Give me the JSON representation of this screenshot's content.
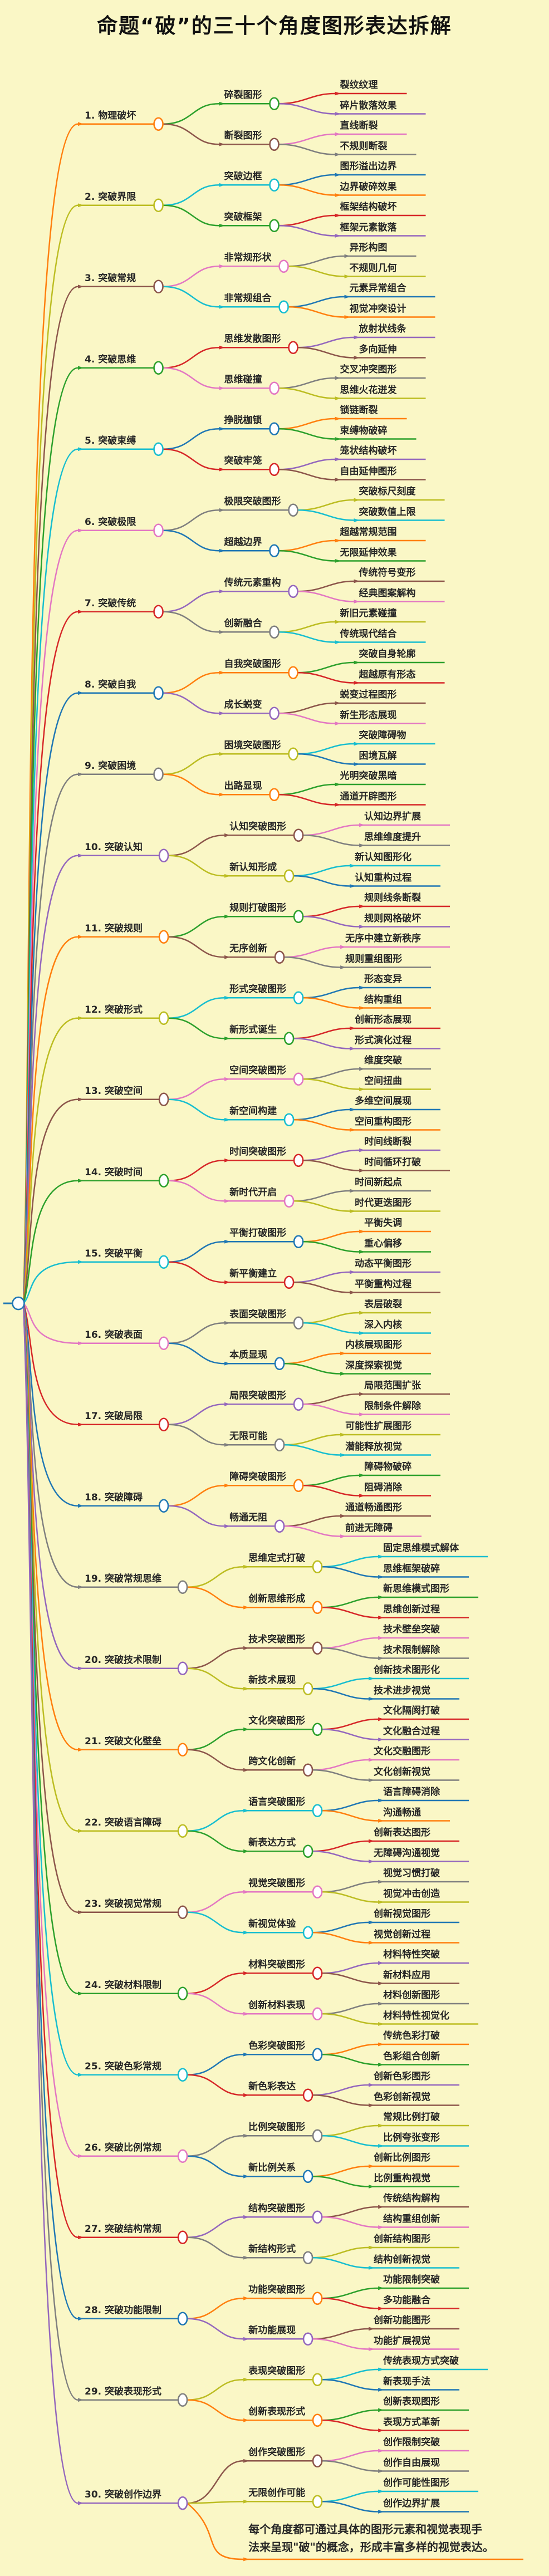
{
  "title": "命题“破”的三十个角度图形表达拆解",
  "note": {
    "line1": "每个角度都可通过具体的图形元素和视觉表现手",
    "line2": "法来呈现\"破\"的概念，形成丰富多样的视觉表达。"
  },
  "palette": {
    "tab10": [
      "#1f77b4",
      "#ff7f0e",
      "#2ca02c",
      "#d62728",
      "#9467bd",
      "#8c564b",
      "#e377c2",
      "#7f7f7f",
      "#bcbd22",
      "#17becf"
    ],
    "background": "#FAF7C6",
    "text": "#262626",
    "title_text": "#111111",
    "node_fill": "#ffffff"
  },
  "branches": [
    {
      "label": "1. 物理破坏",
      "children": [
        {
          "label": "碎裂图形",
          "leaves": [
            "裂纹纹理",
            "碎片散落效果"
          ]
        },
        {
          "label": "断裂图形",
          "leaves": [
            "直线断裂",
            "不规则断裂"
          ]
        }
      ]
    },
    {
      "label": "2. 突破界限",
      "children": [
        {
          "label": "突破边框",
          "leaves": [
            "图形溢出边界",
            "边界破碎效果"
          ]
        },
        {
          "label": "突破框架",
          "leaves": [
            "框架结构破坏",
            "框架元素散落"
          ]
        }
      ]
    },
    {
      "label": "3. 突破常规",
      "children": [
        {
          "label": "非常规形状",
          "leaves": [
            "异形构图",
            "不规则几何"
          ]
        },
        {
          "label": "非常规组合",
          "leaves": [
            "元素异常组合",
            "视觉冲突设计"
          ]
        }
      ]
    },
    {
      "label": "4. 突破思维",
      "children": [
        {
          "label": "思维发散图形",
          "leaves": [
            "放射状线条",
            "多向延伸"
          ]
        },
        {
          "label": "思维碰撞",
          "leaves": [
            "交叉冲突图形",
            "思维火花迸发"
          ]
        }
      ]
    },
    {
      "label": "5. 突破束缚",
      "children": [
        {
          "label": "挣脱枷锁",
          "leaves": [
            "锁链断裂",
            "束缚物破碎"
          ]
        },
        {
          "label": "突破牢笼",
          "leaves": [
            "笼状结构破坏",
            "自由延伸图形"
          ]
        }
      ]
    },
    {
      "label": "6. 突破极限",
      "children": [
        {
          "label": "极限突破图形",
          "leaves": [
            "突破标尺刻度",
            "突破数值上限"
          ]
        },
        {
          "label": "超越边界",
          "leaves": [
            "超越常规范围",
            "无限延伸效果"
          ]
        }
      ]
    },
    {
      "label": "7. 突破传统",
      "children": [
        {
          "label": "传统元素重构",
          "leaves": [
            "传统符号变形",
            "经典图案解构"
          ]
        },
        {
          "label": "创新融合",
          "leaves": [
            "新旧元素碰撞",
            "传统现代结合"
          ]
        }
      ]
    },
    {
      "label": "8. 突破自我",
      "children": [
        {
          "label": "自我突破图形",
          "leaves": [
            "突破自身轮廓",
            "超越原有形态"
          ]
        },
        {
          "label": "成长蜕变",
          "leaves": [
            "蜕变过程图形",
            "新生形态展现"
          ]
        }
      ]
    },
    {
      "label": "9. 突破困境",
      "children": [
        {
          "label": "困境突破图形",
          "leaves": [
            "突破障碍物",
            "困境瓦解"
          ]
        },
        {
          "label": "出路显现",
          "leaves": [
            "光明突破黑暗",
            "通道开辟图形"
          ]
        }
      ]
    },
    {
      "label": "10. 突破认知",
      "children": [
        {
          "label": "认知突破图形",
          "leaves": [
            "认知边界扩展",
            "思维维度提升"
          ]
        },
        {
          "label": "新认知形成",
          "leaves": [
            "新认知图形化",
            "认知重构过程"
          ]
        }
      ]
    },
    {
      "label": "11. 突破规则",
      "children": [
        {
          "label": "规则打破图形",
          "leaves": [
            "规则线条断裂",
            "规则网格破坏"
          ]
        },
        {
          "label": "无序创新",
          "leaves": [
            "无序中建立新秩序",
            "规则重组图形"
          ]
        }
      ]
    },
    {
      "label": "12. 突破形式",
      "children": [
        {
          "label": "形式突破图形",
          "leaves": [
            "形态变异",
            "结构重组"
          ]
        },
        {
          "label": "新形式诞生",
          "leaves": [
            "创新形态展现",
            "形式演化过程"
          ]
        }
      ]
    },
    {
      "label": "13. 突破空间",
      "children": [
        {
          "label": "空间突破图形",
          "leaves": [
            "维度突破",
            "空间扭曲"
          ]
        },
        {
          "label": "新空间构建",
          "leaves": [
            "多维空间展现",
            "空间重构图形"
          ]
        }
      ]
    },
    {
      "label": "14. 突破时间",
      "children": [
        {
          "label": "时间突破图形",
          "leaves": [
            "时间线断裂",
            "时间循环打破"
          ]
        },
        {
          "label": "新时代开启",
          "leaves": [
            "时间新起点",
            "时代更迭图形"
          ]
        }
      ]
    },
    {
      "label": "15. 突破平衡",
      "children": [
        {
          "label": "平衡打破图形",
          "leaves": [
            "平衡失调",
            "重心偏移"
          ]
        },
        {
          "label": "新平衡建立",
          "leaves": [
            "动态平衡图形",
            "平衡重构过程"
          ]
        }
      ]
    },
    {
      "label": "16. 突破表面",
      "children": [
        {
          "label": "表面突破图形",
          "leaves": [
            "表层破裂",
            "深入内核"
          ]
        },
        {
          "label": "本质显现",
          "leaves": [
            "内核展现图形",
            "深度探索视觉"
          ]
        }
      ]
    },
    {
      "label": "17. 突破局限",
      "children": [
        {
          "label": "局限突破图形",
          "leaves": [
            "局限范围扩张",
            "限制条件解除"
          ]
        },
        {
          "label": "无限可能",
          "leaves": [
            "可能性扩展图形",
            "潜能释放视觉"
          ]
        }
      ]
    },
    {
      "label": "18. 突破障碍",
      "children": [
        {
          "label": "障碍突破图形",
          "leaves": [
            "障碍物破碎",
            "阻碍消除"
          ]
        },
        {
          "label": "畅通无阻",
          "leaves": [
            "通道畅通图形",
            "前进无障碍"
          ]
        }
      ]
    },
    {
      "label": "19. 突破常规思维",
      "children": [
        {
          "label": "思维定式打破",
          "leaves": [
            "固定思维模式解体",
            "思维框架破碎"
          ]
        },
        {
          "label": "创新思维形成",
          "leaves": [
            "新思维模式图形",
            "思维创新过程"
          ]
        }
      ]
    },
    {
      "label": "20. 突破技术限制",
      "children": [
        {
          "label": "技术突破图形",
          "leaves": [
            "技术壁垒突破",
            "技术限制解除"
          ]
        },
        {
          "label": "新技术展现",
          "leaves": [
            "创新技术图形化",
            "技术进步视觉"
          ]
        }
      ]
    },
    {
      "label": "21. 突破文化壁垒",
      "children": [
        {
          "label": "文化突破图形",
          "leaves": [
            "文化隔阂打破",
            "文化融合过程"
          ]
        },
        {
          "label": "跨文化创新",
          "leaves": [
            "文化交融图形",
            "文化创新视觉"
          ]
        }
      ]
    },
    {
      "label": "22. 突破语言障碍",
      "children": [
        {
          "label": "语言突破图形",
          "leaves": [
            "语言障碍消除",
            "沟通畅通"
          ]
        },
        {
          "label": "新表达方式",
          "leaves": [
            "创新表达图形",
            "无障碍沟通视觉"
          ]
        }
      ]
    },
    {
      "label": "23. 突破视觉常规",
      "children": [
        {
          "label": "视觉突破图形",
          "leaves": [
            "视觉习惯打破",
            "视觉冲击创造"
          ]
        },
        {
          "label": "新视觉体验",
          "leaves": [
            "创新视觉图形",
            "视觉创新过程"
          ]
        }
      ]
    },
    {
      "label": "24. 突破材料限制",
      "children": [
        {
          "label": "材料突破图形",
          "leaves": [
            "材料特性突破",
            "新材料应用"
          ]
        },
        {
          "label": "创新材料表现",
          "leaves": [
            "材料创新图形",
            "材料特性视觉化"
          ]
        }
      ]
    },
    {
      "label": "25. 突破色彩常规",
      "children": [
        {
          "label": "色彩突破图形",
          "leaves": [
            "传统色彩打破",
            "色彩组合创新"
          ]
        },
        {
          "label": "新色彩表达",
          "leaves": [
            "创新色彩图形",
            "色彩创新视觉"
          ]
        }
      ]
    },
    {
      "label": "26. 突破比例常规",
      "children": [
        {
          "label": "比例突破图形",
          "leaves": [
            "常规比例打破",
            "比例夸张变形"
          ]
        },
        {
          "label": "新比例关系",
          "leaves": [
            "创新比例图形",
            "比例重构视觉"
          ]
        }
      ]
    },
    {
      "label": "27. 突破结构常规",
      "children": [
        {
          "label": "结构突破图形",
          "leaves": [
            "传统结构解构",
            "结构重组创新"
          ]
        },
        {
          "label": "新结构形式",
          "leaves": [
            "创新结构图形",
            "结构创新视觉"
          ]
        }
      ]
    },
    {
      "label": "28. 突破功能限制",
      "children": [
        {
          "label": "功能突破图形",
          "leaves": [
            "功能限制突破",
            "多功能融合"
          ]
        },
        {
          "label": "新功能展现",
          "leaves": [
            "创新功能图形",
            "功能扩展视觉"
          ]
        }
      ]
    },
    {
      "label": "29. 突破表现形式",
      "children": [
        {
          "label": "表现突破图形",
          "leaves": [
            "传统表现方式突破",
            "新表现手法"
          ]
        },
        {
          "label": "创新表现形式",
          "leaves": [
            "创新表现图形",
            "表现方式革新"
          ]
        }
      ]
    },
    {
      "label": "30. 突破创作边界",
      "children": [
        {
          "label": "创作突破图形",
          "leaves": [
            "创作限制突破",
            "创作自由展现"
          ]
        },
        {
          "label": "无限创作可能",
          "leaves": [
            "创作可能性图形",
            "创作边界扩展"
          ]
        }
      ]
    }
  ]
}
